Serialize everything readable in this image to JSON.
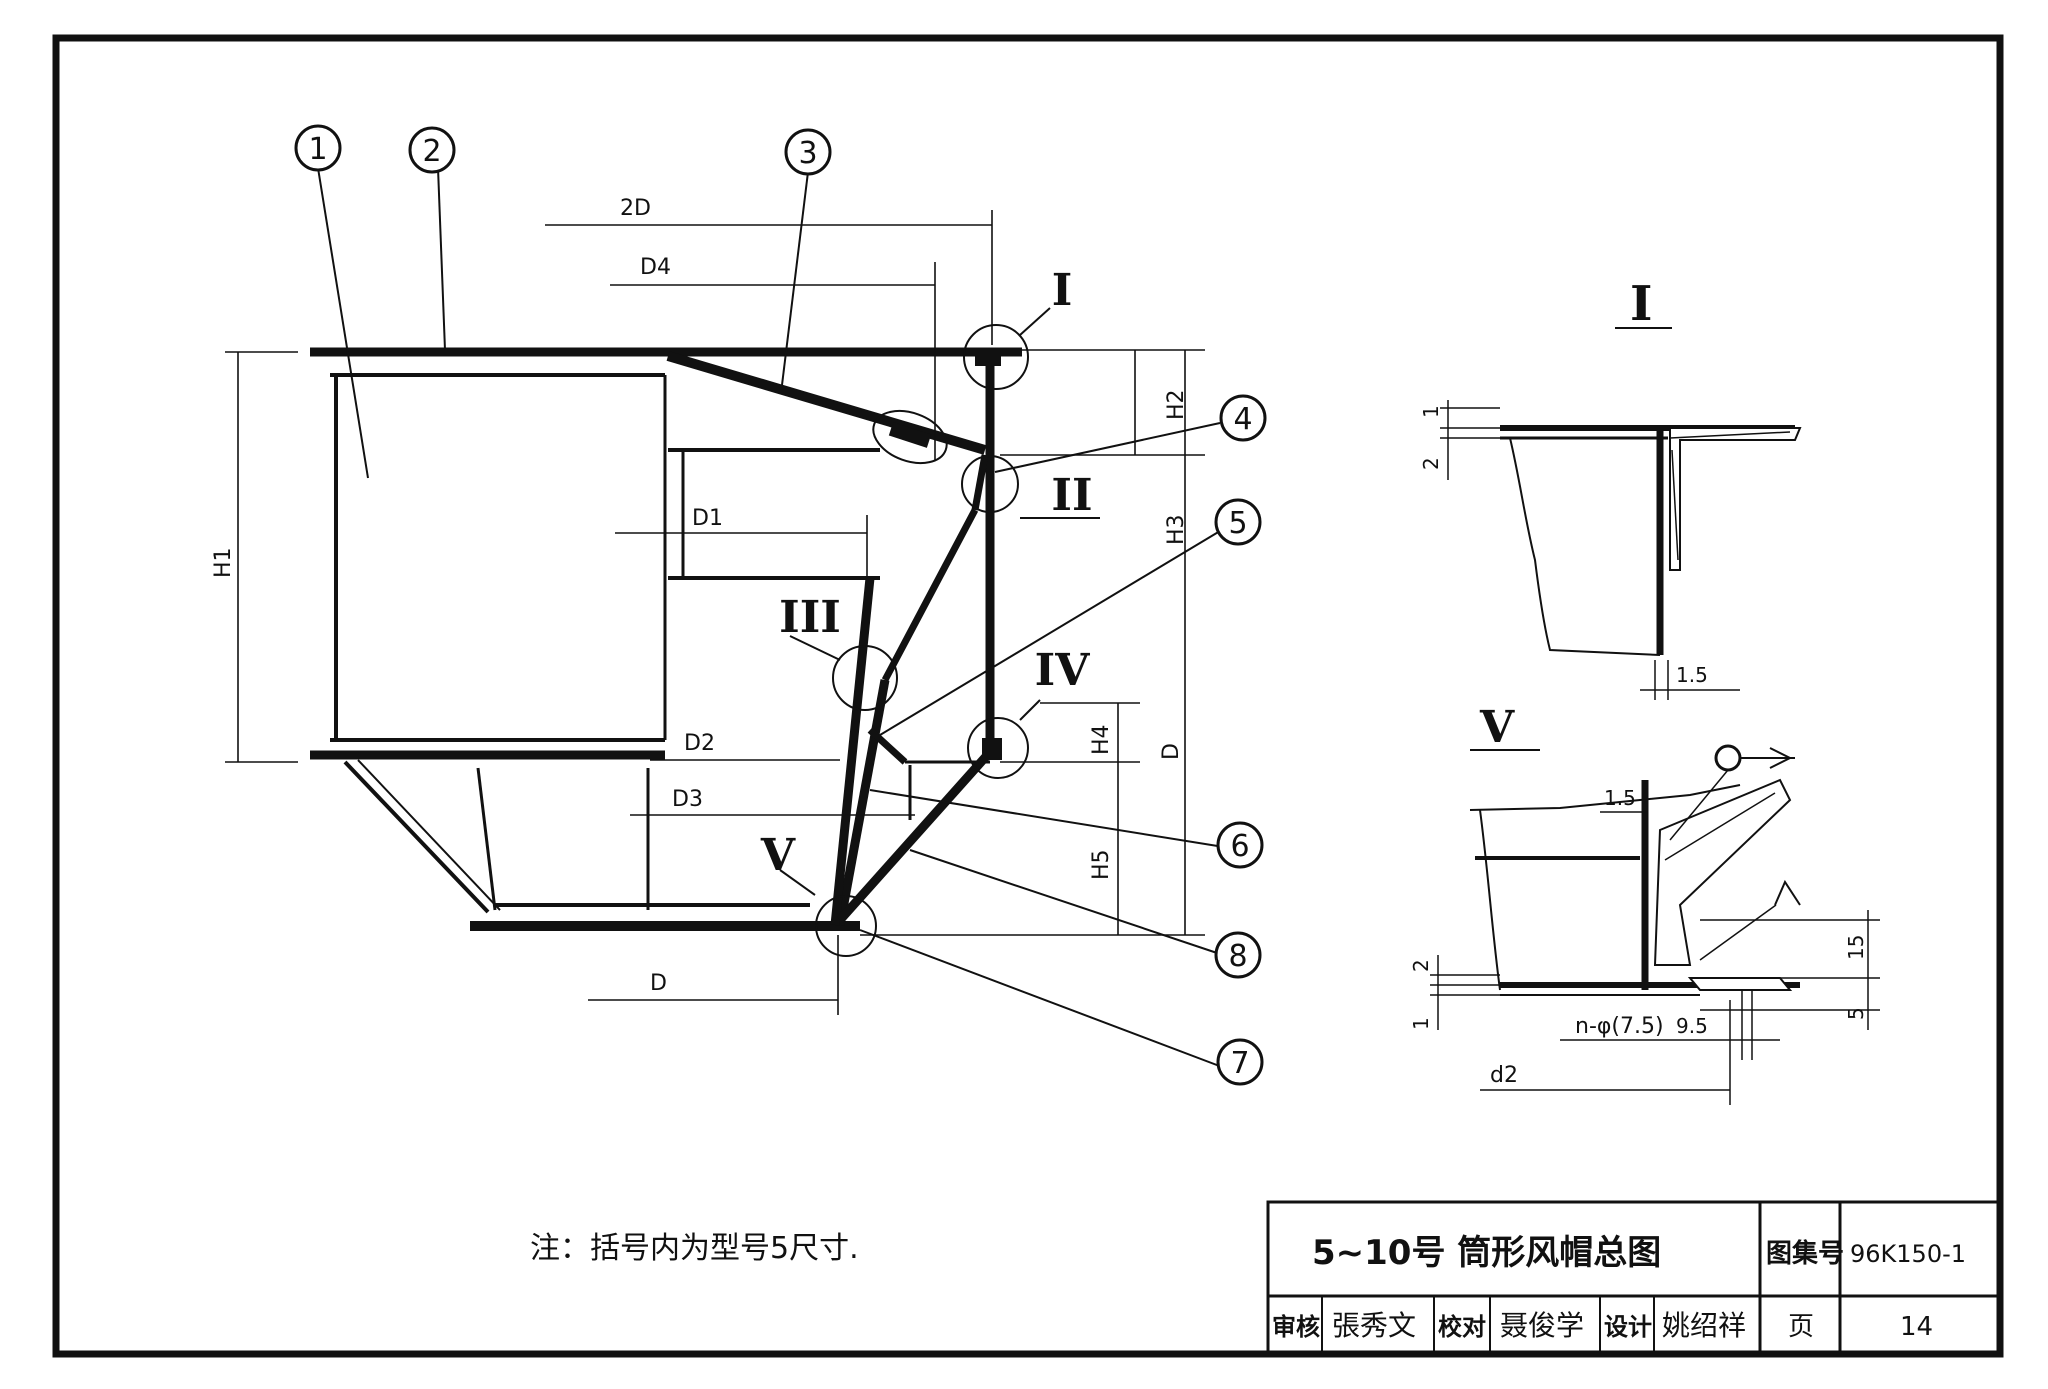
{
  "drawing": {
    "callouts": [
      "1",
      "2",
      "3",
      "4",
      "5",
      "6",
      "7",
      "8"
    ],
    "details": {
      "I": "I",
      "II": "II",
      "III": "III",
      "IV": "IV",
      "V": "V"
    },
    "dimensions": {
      "two_d": "2D",
      "d4": "D4",
      "d1": "D1",
      "d2": "D2",
      "d3": "D3",
      "d": "D",
      "h1": "H1",
      "h2": "H2",
      "h3": "H3",
      "h4": "H4",
      "h5": "H5",
      "d_right": "D"
    },
    "detail_I": {
      "title": "I",
      "dim_1": "1",
      "dim_2": "2",
      "dim_15": "1.5"
    },
    "detail_V": {
      "title": "V",
      "dim_15_top": "1.5",
      "dim_15": "15",
      "dim_2": "2",
      "dim_1": "1",
      "dim_5": "5",
      "hole_spec": "n-φ(7.5)",
      "dim_95": "9.5",
      "d2": "d2"
    },
    "note": "注：括号内为型号5尺寸."
  },
  "title_block": {
    "title": "5~10号 筒形风帽总图",
    "atlas_label": "图集号",
    "atlas_number": "96K150-1",
    "review_label": "审核",
    "reviewer": "張秀文",
    "check_label": "校对",
    "checker": "聂俊学",
    "design_label": "设计",
    "designer": "姚绍祥",
    "page_label": "页",
    "page_number": "14"
  }
}
